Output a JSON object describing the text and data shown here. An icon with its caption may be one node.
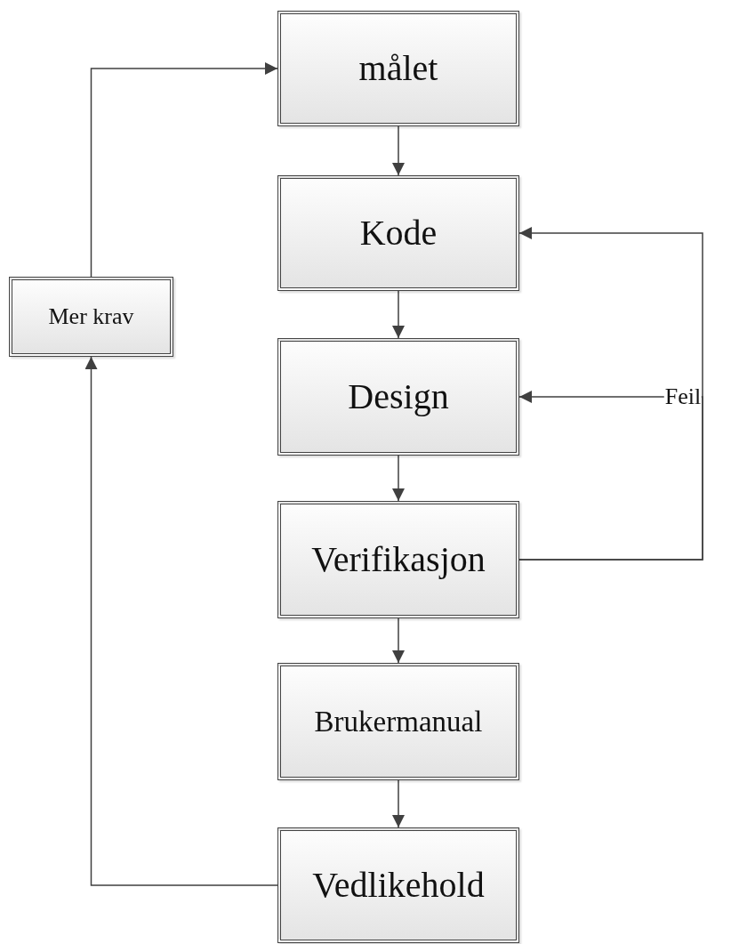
{
  "diagram": {
    "nodes": [
      {
        "text": [
          "målet"
        ]
      },
      {
        "text": [
          "Kode"
        ]
      },
      {
        "text": [
          "Design"
        ]
      },
      {
        "text": [
          "Verifikasjon"
        ]
      },
      {
        "text": [
          "Brukermanual"
        ]
      },
      {
        "text": [
          "Vedlikehold"
        ]
      },
      {
        "text": [
          "Mer krav"
        ]
      }
    ],
    "edges": [
      {
        "from": 0,
        "to": 1,
        "arrow": "to"
      },
      {
        "from": 1,
        "to": 2,
        "arrow": "to"
      },
      {
        "from": 2,
        "to": 3,
        "arrow": "to"
      },
      {
        "from": 3,
        "to": 4,
        "arrow": "to"
      },
      {
        "from": 4,
        "to": 5,
        "arrow": "to"
      },
      {
        "from": 5,
        "to": 6,
        "arrow": "to"
      },
      {
        "from": 6,
        "to": 0,
        "arrow": "to"
      },
      {
        "from": 3,
        "to": 1,
        "arrow": "to"
      },
      {
        "from": 3,
        "to": 2,
        "arrow": "to",
        "label": "Feil"
      }
    ]
  }
}
